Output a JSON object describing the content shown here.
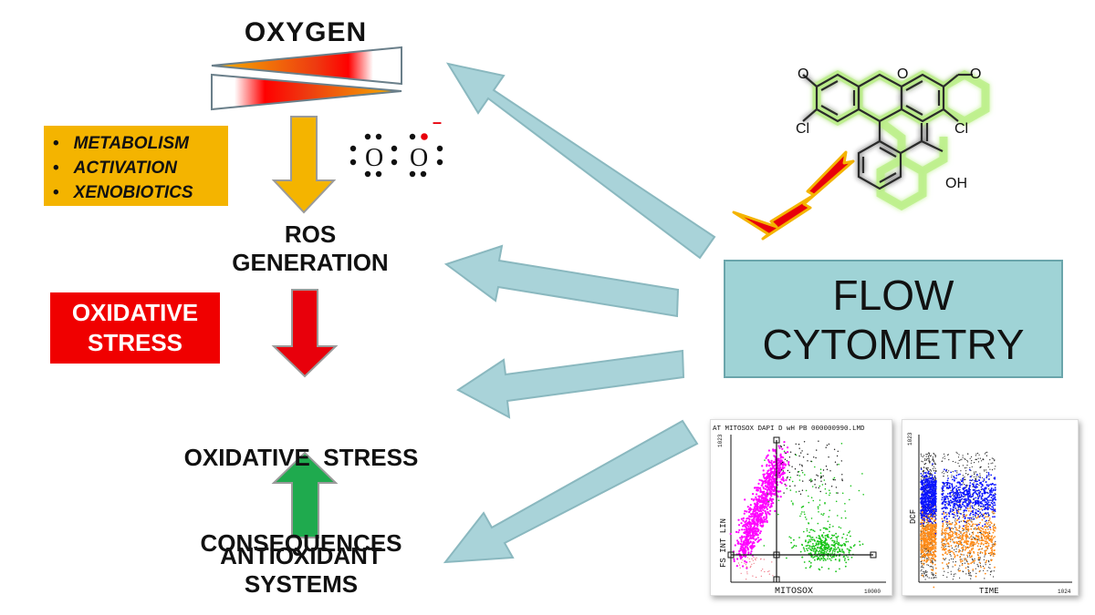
{
  "oxygen_label": "OXYGEN",
  "sources": [
    "METABOLISM",
    "ACTIVATION",
    "XENOBIOTICS"
  ],
  "ros_label": [
    "ROS",
    "GENERATION"
  ],
  "oxidative_stress_label": [
    "OXIDATIVE",
    "STRESS"
  ],
  "consequences_label": [
    "OXIDATIVE  STRESS",
    "CONSEQUENCES"
  ],
  "antioxidant_label": [
    "ANTIOXIDANT",
    "SYSTEMS"
  ],
  "flow_cytometry_label": [
    "FLOW",
    "CYTOMETRY"
  ],
  "superoxide": {
    "atom": "O",
    "charge": "–"
  },
  "molecule_labels": {
    "cl_left": "Cl",
    "cl_right": "Cl",
    "oh": "OH",
    "o": "O"
  },
  "plot1": {
    "title": "AT MITOSOX DAPI D wH PB 000000990.LMD",
    "ylabel": "FS INT LIN",
    "xlabel": "MITOSOX",
    "ymax_tick": "1023",
    "xmax_tick": "10000"
  },
  "plot2": {
    "ylabel": "DCF",
    "xlabel": "TIME",
    "ymax_tick": "1023",
    "xmax_tick": "1024"
  },
  "colors": {
    "arrow_teal": "#a9d3d9",
    "arrow_orange": "#f4b400",
    "arrow_red": "#e8000b",
    "arrow_green": "#1faa4e",
    "box_orange": "#f4b400",
    "box_red": "#f00000",
    "flow_box": "#9fd3d6",
    "magenta": "#ff00ff",
    "green_pts": "#19c419",
    "blue_pts": "#0a14ff",
    "orange_pts": "#ff8c1a"
  }
}
